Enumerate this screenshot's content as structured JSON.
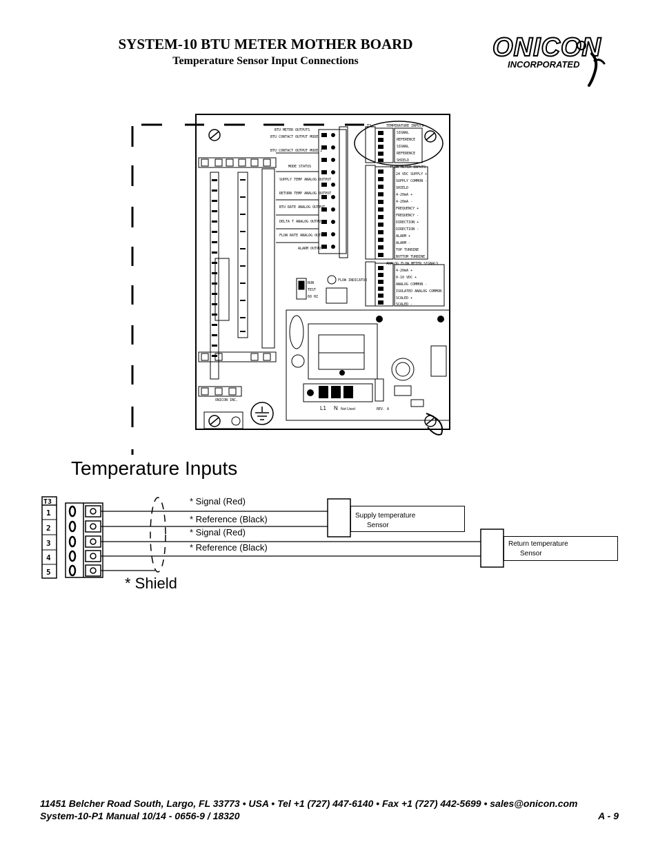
{
  "header": {
    "title": "SYSTEM-10 BTU METER MOTHER BOARD",
    "subtitle": "Temperature Sensor Input Connections"
  },
  "logo": {
    "word": "ONICON",
    "sub": "INCORPORATED"
  },
  "board": {
    "top_terminal_header": "T3",
    "top_group": "TEMPERATURE INPUTS",
    "top_labels": [
      "SIGNAL",
      "REFERENCE",
      "SIGNAL",
      "REFERENCE",
      "SHIELD"
    ],
    "flow_group": "FLOW METER INPUTS",
    "flow_labels": [
      "24 VDC SUPPLY +",
      "SUPPLY COMMON -",
      "SHIELD",
      "4-20mA +",
      "4-20mA -",
      "FREQUENCY +",
      "FREQUENCY -",
      "DIRECTION +",
      "DIRECTION -",
      "ALARM +",
      "ALARM -",
      "TOP TURBINE",
      "BOTTOM TURBINE"
    ],
    "analog_group": "ANALOG FLOW METER SIGNALS",
    "analog_labels": [
      "4-20mA +",
      "0-10 VDC +",
      "ANALOG COMMON -",
      "ISOLATED ANALOG COMMON",
      "SCALED +",
      "SCALED -"
    ],
    "output_group": "BTU METER OUTPUTS",
    "output_labels": [
      "BTU CONTACT OUTPUT MODE",
      "BTU CONTACT OUTPUT MODE 2",
      "MODE STATUS",
      "SUPPLY TEMP ANALOG OUTPUT",
      "RETURN TEMP ANALOG OUTPUT",
      "BTU RATE ANALOG OUTPUT",
      "DELTA T ANALOG OUTPUT",
      "FLOW RATE ANALOG OUTPUT",
      "ALARM OUTPUT"
    ],
    "switch_labels": [
      "RUN",
      "TEST",
      "60 HZ"
    ],
    "flow_indicator": "FLOW INDICATOR",
    "power_labels": [
      "L1",
      "N",
      "Not Used"
    ],
    "maker": "ONICON INC.",
    "rev": "REV. A"
  },
  "section": {
    "heading": "Temperature Inputs",
    "shield_label": "* Shield",
    "terminal_header": "T3",
    "terminal_numbers": [
      "1",
      "2",
      "3",
      "4",
      "5"
    ]
  },
  "wires": [
    {
      "label": "* Signal  (Red)"
    },
    {
      "label": "* Reference  (Black)"
    },
    {
      "label": "* Signal  (Red)"
    },
    {
      "label": "* Reference  (Black)"
    }
  ],
  "sensors": [
    {
      "line1": "Supply temperature",
      "line2": "Sensor"
    },
    {
      "line1": "Return temperature",
      "line2": "Sensor"
    }
  ],
  "footer": {
    "address": "11451 Belcher Road South, Largo, FL 33773 • USA • Tel +1 (727) 447-6140 • Fax +1 (727) 442-5699 • sales@onicon.com",
    "manual": "System-10-P1 Manual 10/14 - 0656-9 / 18320",
    "page": "A  -  9"
  }
}
